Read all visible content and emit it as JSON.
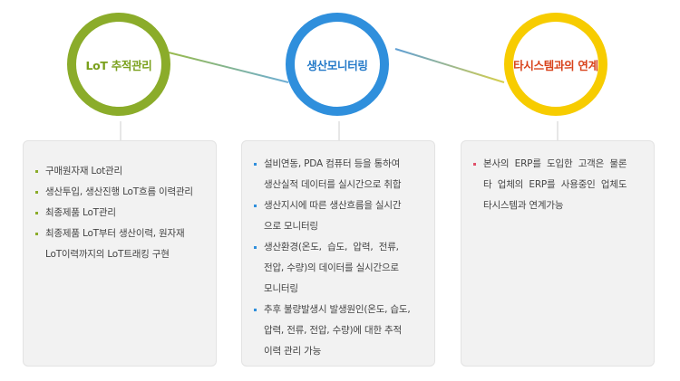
{
  "columns": [
    {
      "title": "LoT 추적관리",
      "ring_color": "#8bac2a",
      "title_color": "#7aa01c",
      "bullet_color": "#8bac2a",
      "items": [
        "구매원자재 Lot관리",
        "생산투입, 생산진행 LoT흐름 이력관리",
        "최종제품 LoT관리",
        "최종제품 LoT부터 생산이력, 원자재",
        "LoT이력까지의 LoT트래킹 구현"
      ]
    },
    {
      "title": "생산모니터링",
      "ring_color": "#2f8fdc",
      "title_color": "#2379c8",
      "bullet_color": "#2f8fdc",
      "items": [
        "설비연동, PDA 컴퓨터 등을 통하여",
        "생산실적 데이터를 실시간으로 취합",
        "생산지시에 따른 생산흐름을 실시간",
        "으로 모니터링",
        "생산환경(온도,  습도,  압력,  전류,",
        "전압, 수량)의 데이터를 실시간으로",
        "모니터링",
        "추후 불량발생시 발생원인(온도, 습도,",
        "압력, 전류, 전압, 수량)에 대한 추적",
        "이력 관리 가능"
      ]
    },
    {
      "title": "타시스템과의 연계",
      "ring_color": "#f7cc00",
      "title_color": "#d8431b",
      "bullet_color": "#e0506a",
      "items": [
        "본사의  ERP를  도입한  고객은  물론",
        "타  업체의  ERP를  사용중인  업체도",
        "타시스템과 연계가능"
      ]
    }
  ]
}
